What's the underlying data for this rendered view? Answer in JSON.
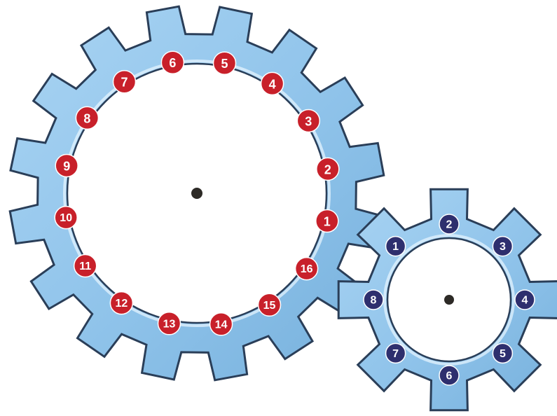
{
  "colors": {
    "gear_fill": "#8fc3ea",
    "gear_outline": "#2a3e58",
    "hole_fill": "#ffffff",
    "axle": "#2d2a26",
    "large_badge": "#c8202a",
    "small_badge": "#2e2f6e",
    "badge_text": "#ffffff"
  },
  "gears": [
    {
      "name": "large-gear",
      "tooth_count": 16,
      "tooth_labels": [
        "1",
        "2",
        "3",
        "4",
        "5",
        "6",
        "7",
        "8",
        "9",
        "10",
        "11",
        "12",
        "13",
        "14",
        "15",
        "16"
      ],
      "badge_color_key": "large_badge"
    },
    {
      "name": "small-gear",
      "tooth_count": 8,
      "tooth_labels": [
        "1",
        "2",
        "3",
        "4",
        "5",
        "6",
        "7",
        "8"
      ],
      "badge_color_key": "small_badge"
    }
  ]
}
